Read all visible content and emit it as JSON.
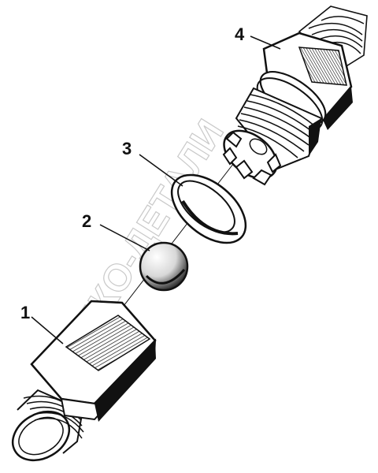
{
  "parts": [
    {
      "label": "1",
      "name": "hex-fitting-body"
    },
    {
      "label": "2",
      "name": "ball"
    },
    {
      "label": "3",
      "name": "sealing-ring"
    },
    {
      "label": "4",
      "name": "threaded-nipple-with-castellated-end"
    }
  ],
  "watermark": "ЛКО-ДЕТАЛИ",
  "colors": {
    "ink": "#111111",
    "paper": "#ffffff",
    "watermark": "#c9c9c9"
  }
}
